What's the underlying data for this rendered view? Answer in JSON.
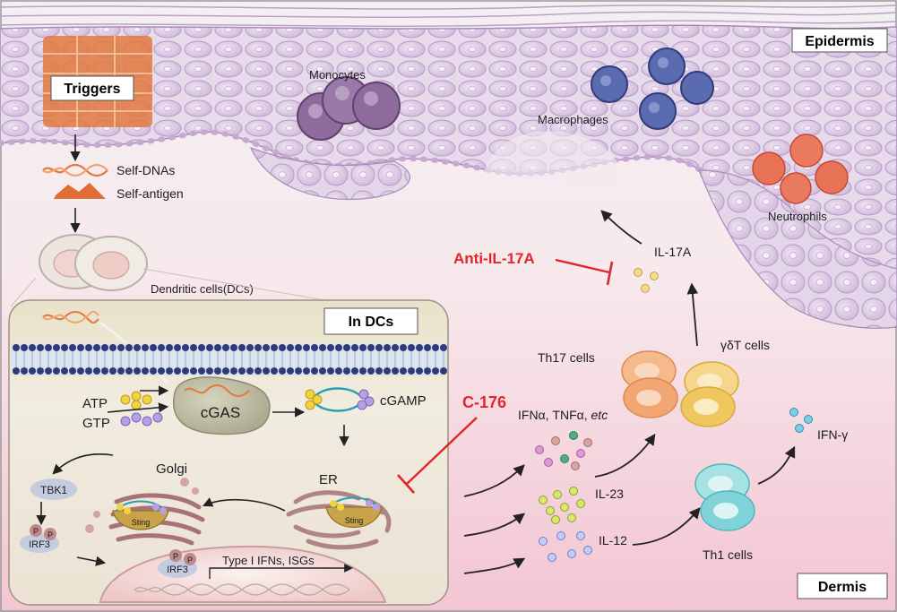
{
  "labels": {
    "epidermis": "Epidermis",
    "dermis": "Dermis",
    "triggers": "Triggers",
    "self_dnas": "Self-DNAs",
    "self_antigen": "Self-antigen",
    "dendritic_cells": "Dendritic cells(DCs)",
    "in_dcs": "In DCs",
    "monocytes": "Monocytes",
    "macrophages": "Macrophages",
    "neutrophils": "Neutrophils",
    "atp": "ATP",
    "gtp": "GTP",
    "cgas": "cGAS",
    "cgamp": "cGAMP",
    "er": "ER",
    "golgi": "Golgi",
    "sting": "Sting",
    "tbk1": "TBK1",
    "irf3": "IRF3",
    "p": "P",
    "type1_ifns": "Type I IFNs, ISGs",
    "anti_il17a": "Anti-IL-17A",
    "c176": "C-176",
    "il17a": "IL-17A",
    "th17": "Th17 cells",
    "gdt": "γδT cells",
    "ifna_prefix": "IFNα, TNFα, ",
    "etc": "etc",
    "il23": "IL-23",
    "il12": "IL-12",
    "th1": "Th1 cells",
    "ifng": "IFN-γ"
  },
  "colors": {
    "inhibit": "#e0262b",
    "keratinocyte": "#dccbe2",
    "trigger_cells": "#e2793e",
    "monocyte": "#8e6b9c",
    "macrophage": "#5b6bb0",
    "neutrophil": "#e87255",
    "cgas": "#c3c0a6",
    "sting": "#c9a34a",
    "th17": "#f2a772",
    "gdt": "#f0c75e",
    "th1": "#80d3d8"
  }
}
